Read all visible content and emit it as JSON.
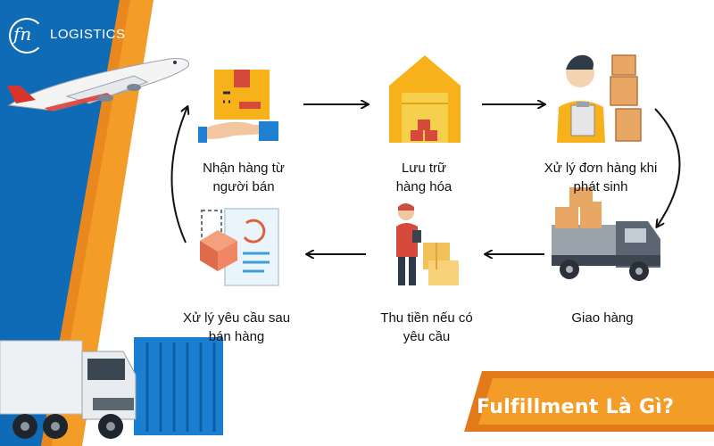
{
  "brand": {
    "mark": "fn",
    "name": "LOGISTICS"
  },
  "steps": [
    {
      "id": "receive",
      "label_lines": [
        "Nhận hàng từ",
        "người bán"
      ],
      "icon": "box-in-hand-icon"
    },
    {
      "id": "store",
      "label_lines": [
        "Lưu trữ",
        "hàng hóa"
      ],
      "icon": "warehouse-icon"
    },
    {
      "id": "process",
      "label_lines": [
        "Xử lý đơn hàng khi",
        "phát sinh"
      ],
      "icon": "worker-with-boxes-icon"
    },
    {
      "id": "deliver",
      "label_lines": [
        "Giao hàng"
      ],
      "icon": "delivery-truck-icon"
    },
    {
      "id": "collect",
      "label_lines": [
        "Thu tiền nếu có",
        "yêu cầu"
      ],
      "icon": "courier-with-package-icon"
    },
    {
      "id": "after-sales",
      "label_lines": [
        "Xử lý yêu cầu sau",
        "bán hàng"
      ],
      "icon": "return-document-icon"
    }
  ],
  "title": "Fulfillment Là Gì?",
  "colors": {
    "blue": "#0f6bb5",
    "orange": "#f39c27",
    "orange_dark": "#e2791b",
    "icon_yellow": "#f7b21b",
    "icon_red": "#d64a3b"
  }
}
